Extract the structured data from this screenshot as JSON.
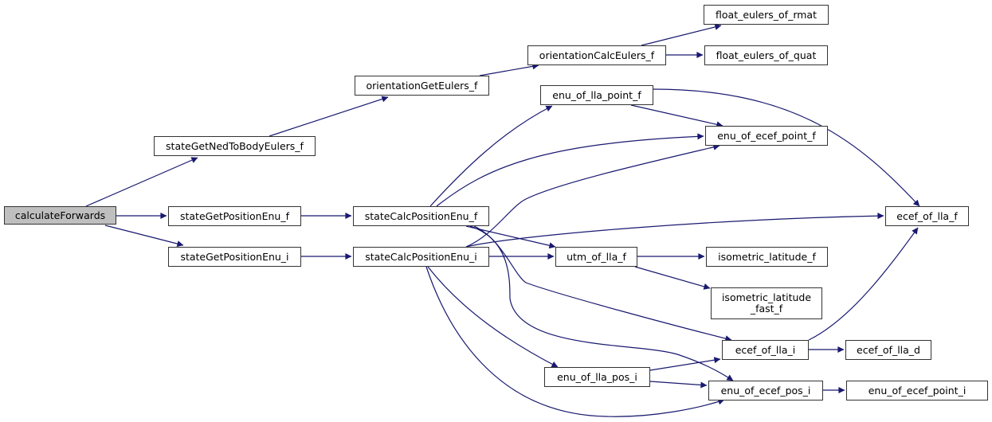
{
  "diagram": {
    "type": "call-graph",
    "colors": {
      "edge": "#191970",
      "node_border": "#333333",
      "root_fill": "#bfbfbf",
      "node_fill": "#ffffff"
    },
    "nodes": [
      {
        "id": "calculateForwards",
        "label": "calculateForwards",
        "root": true
      },
      {
        "id": "stateGetNedToBodyEulers_f",
        "label": "stateGetNedToBodyEulers_f"
      },
      {
        "id": "stateGetPositionEnu_f",
        "label": "stateGetPositionEnu_f"
      },
      {
        "id": "stateGetPositionEnu_i",
        "label": "stateGetPositionEnu_i"
      },
      {
        "id": "orientationGetEulers_f",
        "label": "orientationGetEulers_f"
      },
      {
        "id": "stateCalcPositionEnu_f",
        "label": "stateCalcPositionEnu_f"
      },
      {
        "id": "stateCalcPositionEnu_i",
        "label": "stateCalcPositionEnu_i"
      },
      {
        "id": "orientationCalcEulers_f",
        "label": "orientationCalcEulers_f"
      },
      {
        "id": "enu_of_lla_point_f",
        "label": "enu_of_lla_point_f"
      },
      {
        "id": "utm_of_lla_f",
        "label": "utm_of_lla_f"
      },
      {
        "id": "enu_of_lla_pos_i",
        "label": "enu_of_lla_pos_i"
      },
      {
        "id": "float_eulers_of_rmat",
        "label": "float_eulers_of_rmat"
      },
      {
        "id": "float_eulers_of_quat",
        "label": "float_eulers_of_quat"
      },
      {
        "id": "enu_of_ecef_point_f",
        "label": "enu_of_ecef_point_f"
      },
      {
        "id": "isometric_latitude_f",
        "label": "isometric_latitude_f"
      },
      {
        "id": "isometric_latitude_fast_f",
        "label": "isometric_latitude\n_fast_f"
      },
      {
        "id": "ecef_of_lla_i",
        "label": "ecef_of_lla_i"
      },
      {
        "id": "enu_of_ecef_pos_i",
        "label": "enu_of_ecef_pos_i"
      },
      {
        "id": "ecef_of_lla_f",
        "label": "ecef_of_lla_f"
      },
      {
        "id": "ecef_of_lla_d",
        "label": "ecef_of_lla_d"
      },
      {
        "id": "enu_of_ecef_point_i",
        "label": "enu_of_ecef_point_i"
      }
    ],
    "edges": [
      {
        "from": "calculateForwards",
        "to": "stateGetNedToBodyEulers_f"
      },
      {
        "from": "calculateForwards",
        "to": "stateGetPositionEnu_f"
      },
      {
        "from": "calculateForwards",
        "to": "stateGetPositionEnu_i"
      },
      {
        "from": "stateGetNedToBodyEulers_f",
        "to": "orientationGetEulers_f"
      },
      {
        "from": "orientationGetEulers_f",
        "to": "orientationCalcEulers_f"
      },
      {
        "from": "orientationCalcEulers_f",
        "to": "float_eulers_of_rmat"
      },
      {
        "from": "orientationCalcEulers_f",
        "to": "float_eulers_of_quat"
      },
      {
        "from": "stateGetPositionEnu_f",
        "to": "stateCalcPositionEnu_f"
      },
      {
        "from": "stateGetPositionEnu_i",
        "to": "stateCalcPositionEnu_i"
      },
      {
        "from": "stateCalcPositionEnu_f",
        "to": "enu_of_lla_point_f"
      },
      {
        "from": "stateCalcPositionEnu_f",
        "to": "enu_of_ecef_point_f"
      },
      {
        "from": "stateCalcPositionEnu_f",
        "to": "utm_of_lla_f"
      },
      {
        "from": "stateCalcPositionEnu_f",
        "to": "ecef_of_lla_i"
      },
      {
        "from": "stateCalcPositionEnu_f",
        "to": "enu_of_ecef_pos_i"
      },
      {
        "from": "stateCalcPositionEnu_i",
        "to": "enu_of_ecef_point_f"
      },
      {
        "from": "stateCalcPositionEnu_i",
        "to": "ecef_of_lla_f"
      },
      {
        "from": "stateCalcPositionEnu_i",
        "to": "utm_of_lla_f"
      },
      {
        "from": "stateCalcPositionEnu_i",
        "to": "enu_of_lla_pos_i"
      },
      {
        "from": "stateCalcPositionEnu_i",
        "to": "enu_of_ecef_pos_i"
      },
      {
        "from": "enu_of_lla_point_f",
        "to": "enu_of_ecef_point_f"
      },
      {
        "from": "enu_of_lla_point_f",
        "to": "ecef_of_lla_f"
      },
      {
        "from": "utm_of_lla_f",
        "to": "isometric_latitude_f"
      },
      {
        "from": "utm_of_lla_f",
        "to": "isometric_latitude_fast_f"
      },
      {
        "from": "enu_of_lla_pos_i",
        "to": "ecef_of_lla_i"
      },
      {
        "from": "enu_of_lla_pos_i",
        "to": "enu_of_ecef_pos_i"
      },
      {
        "from": "ecef_of_lla_i",
        "to": "ecef_of_lla_f"
      },
      {
        "from": "ecef_of_lla_i",
        "to": "ecef_of_lla_d"
      },
      {
        "from": "enu_of_ecef_pos_i",
        "to": "enu_of_ecef_point_i"
      }
    ]
  }
}
